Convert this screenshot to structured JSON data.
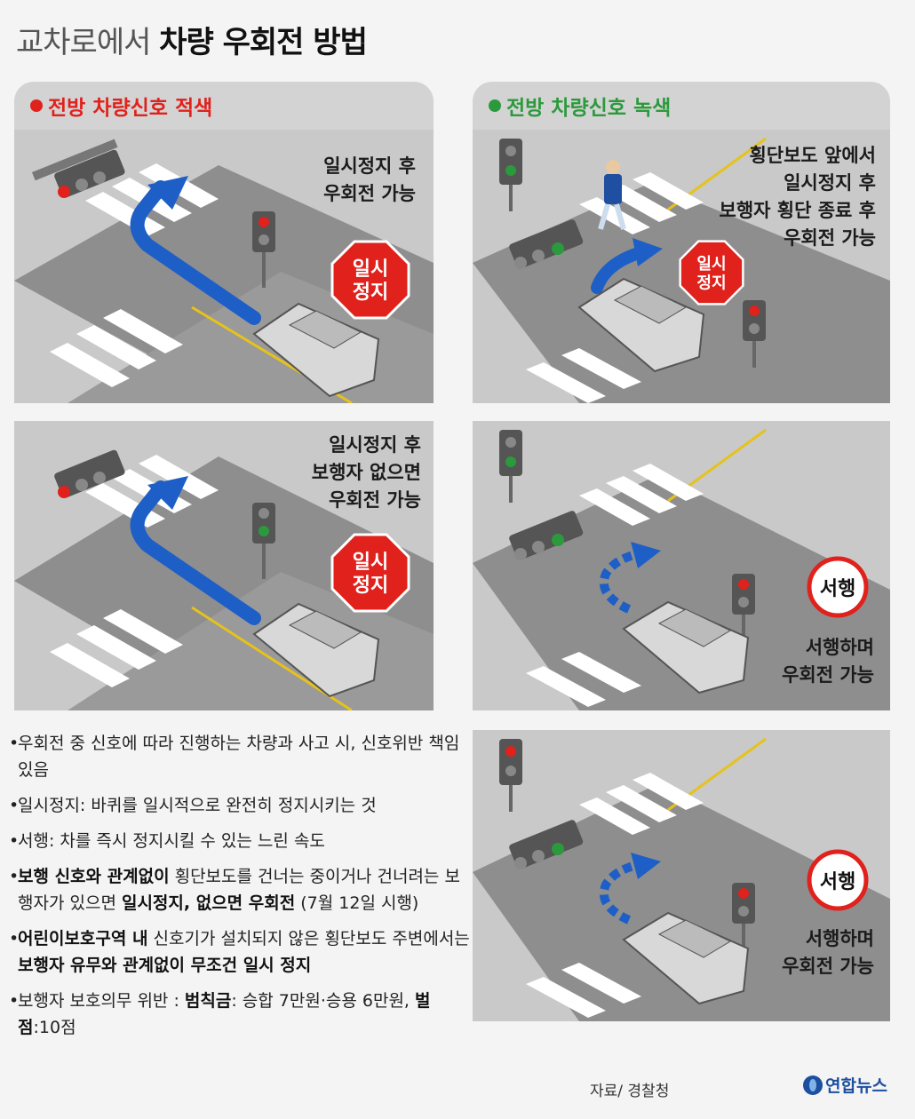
{
  "title": {
    "light": "교차로에서",
    "bold": "차량 우회전 방법"
  },
  "columns": {
    "red": {
      "label": "전방 차량신호 적색",
      "color": "#e0211c"
    },
    "green": {
      "label": "전방 차량신호 녹색",
      "color": "#2b9a3c"
    }
  },
  "panels": {
    "red_top": {
      "caption": [
        "일시정지 후",
        "우회전 가능"
      ],
      "sign": [
        "일시",
        "정지"
      ]
    },
    "red_mid": {
      "caption": [
        "일시정지 후",
        "보행자 없으면",
        "우회전 가능"
      ],
      "sign": [
        "일시",
        "정지"
      ]
    },
    "green_top": {
      "caption": [
        "횡단보도 앞에서",
        "일시정지 후",
        "보행자 횡단 종료 후",
        "우회전 가능"
      ],
      "sign": [
        "일시",
        "정지"
      ]
    },
    "green_mid": {
      "caption": [
        "서행하며",
        "우회전 가능"
      ],
      "sign": [
        "서행"
      ]
    },
    "green_bot": {
      "caption": [
        "서행하며",
        "우회전 가능"
      ],
      "sign": [
        "서행"
      ]
    }
  },
  "notes": [
    {
      "parts": [
        {
          "t": "우회전 중 신호에 따라 진행하는 차량과 사고 시, 신호위반 책임 있음",
          "b": false
        }
      ]
    },
    {
      "parts": [
        {
          "t": "일시정지: 바퀴를 일시적으로 완전히 정지시키는 것",
          "b": false
        }
      ]
    },
    {
      "parts": [
        {
          "t": "서행: 차를 즉시 정지시킬 수 있는 느린 속도",
          "b": false
        }
      ]
    },
    {
      "parts": [
        {
          "t": "보행 신호와 관계없이",
          "b": true
        },
        {
          "t": " 횡단보도를 건너는 중이거나 건너려는 보행자가 있으면 ",
          "b": false
        },
        {
          "t": "일시정지, 없으면 우회전",
          "b": true
        },
        {
          "t": " (7월 12일 시행)",
          "b": false
        }
      ]
    },
    {
      "parts": [
        {
          "t": "어린이보호구역 내",
          "b": true
        },
        {
          "t": " 신호기가 설치되지 않은 횡단보도 주변에서는 ",
          "b": false
        },
        {
          "t": "보행자 유무와 관계없이 무조건 일시 정지",
          "b": true
        }
      ]
    },
    {
      "parts": [
        {
          "t": "보행자 보호의무 위반 : ",
          "b": false
        },
        {
          "t": "범칙금",
          "b": true
        },
        {
          "t": ": 승합 7만원·승용 6만원, ",
          "b": false
        },
        {
          "t": "벌점",
          "b": true
        },
        {
          "t": ":10점",
          "b": false
        }
      ]
    }
  ],
  "footer": {
    "source": "자료/ 경찰청",
    "logo": "연합뉴스"
  },
  "colors": {
    "signal_red": "#e0211c",
    "signal_green": "#2b9a3c",
    "arrow_blue": "#1d5fc7",
    "road": "#8a8a8a",
    "lane": "#e6c21c"
  }
}
